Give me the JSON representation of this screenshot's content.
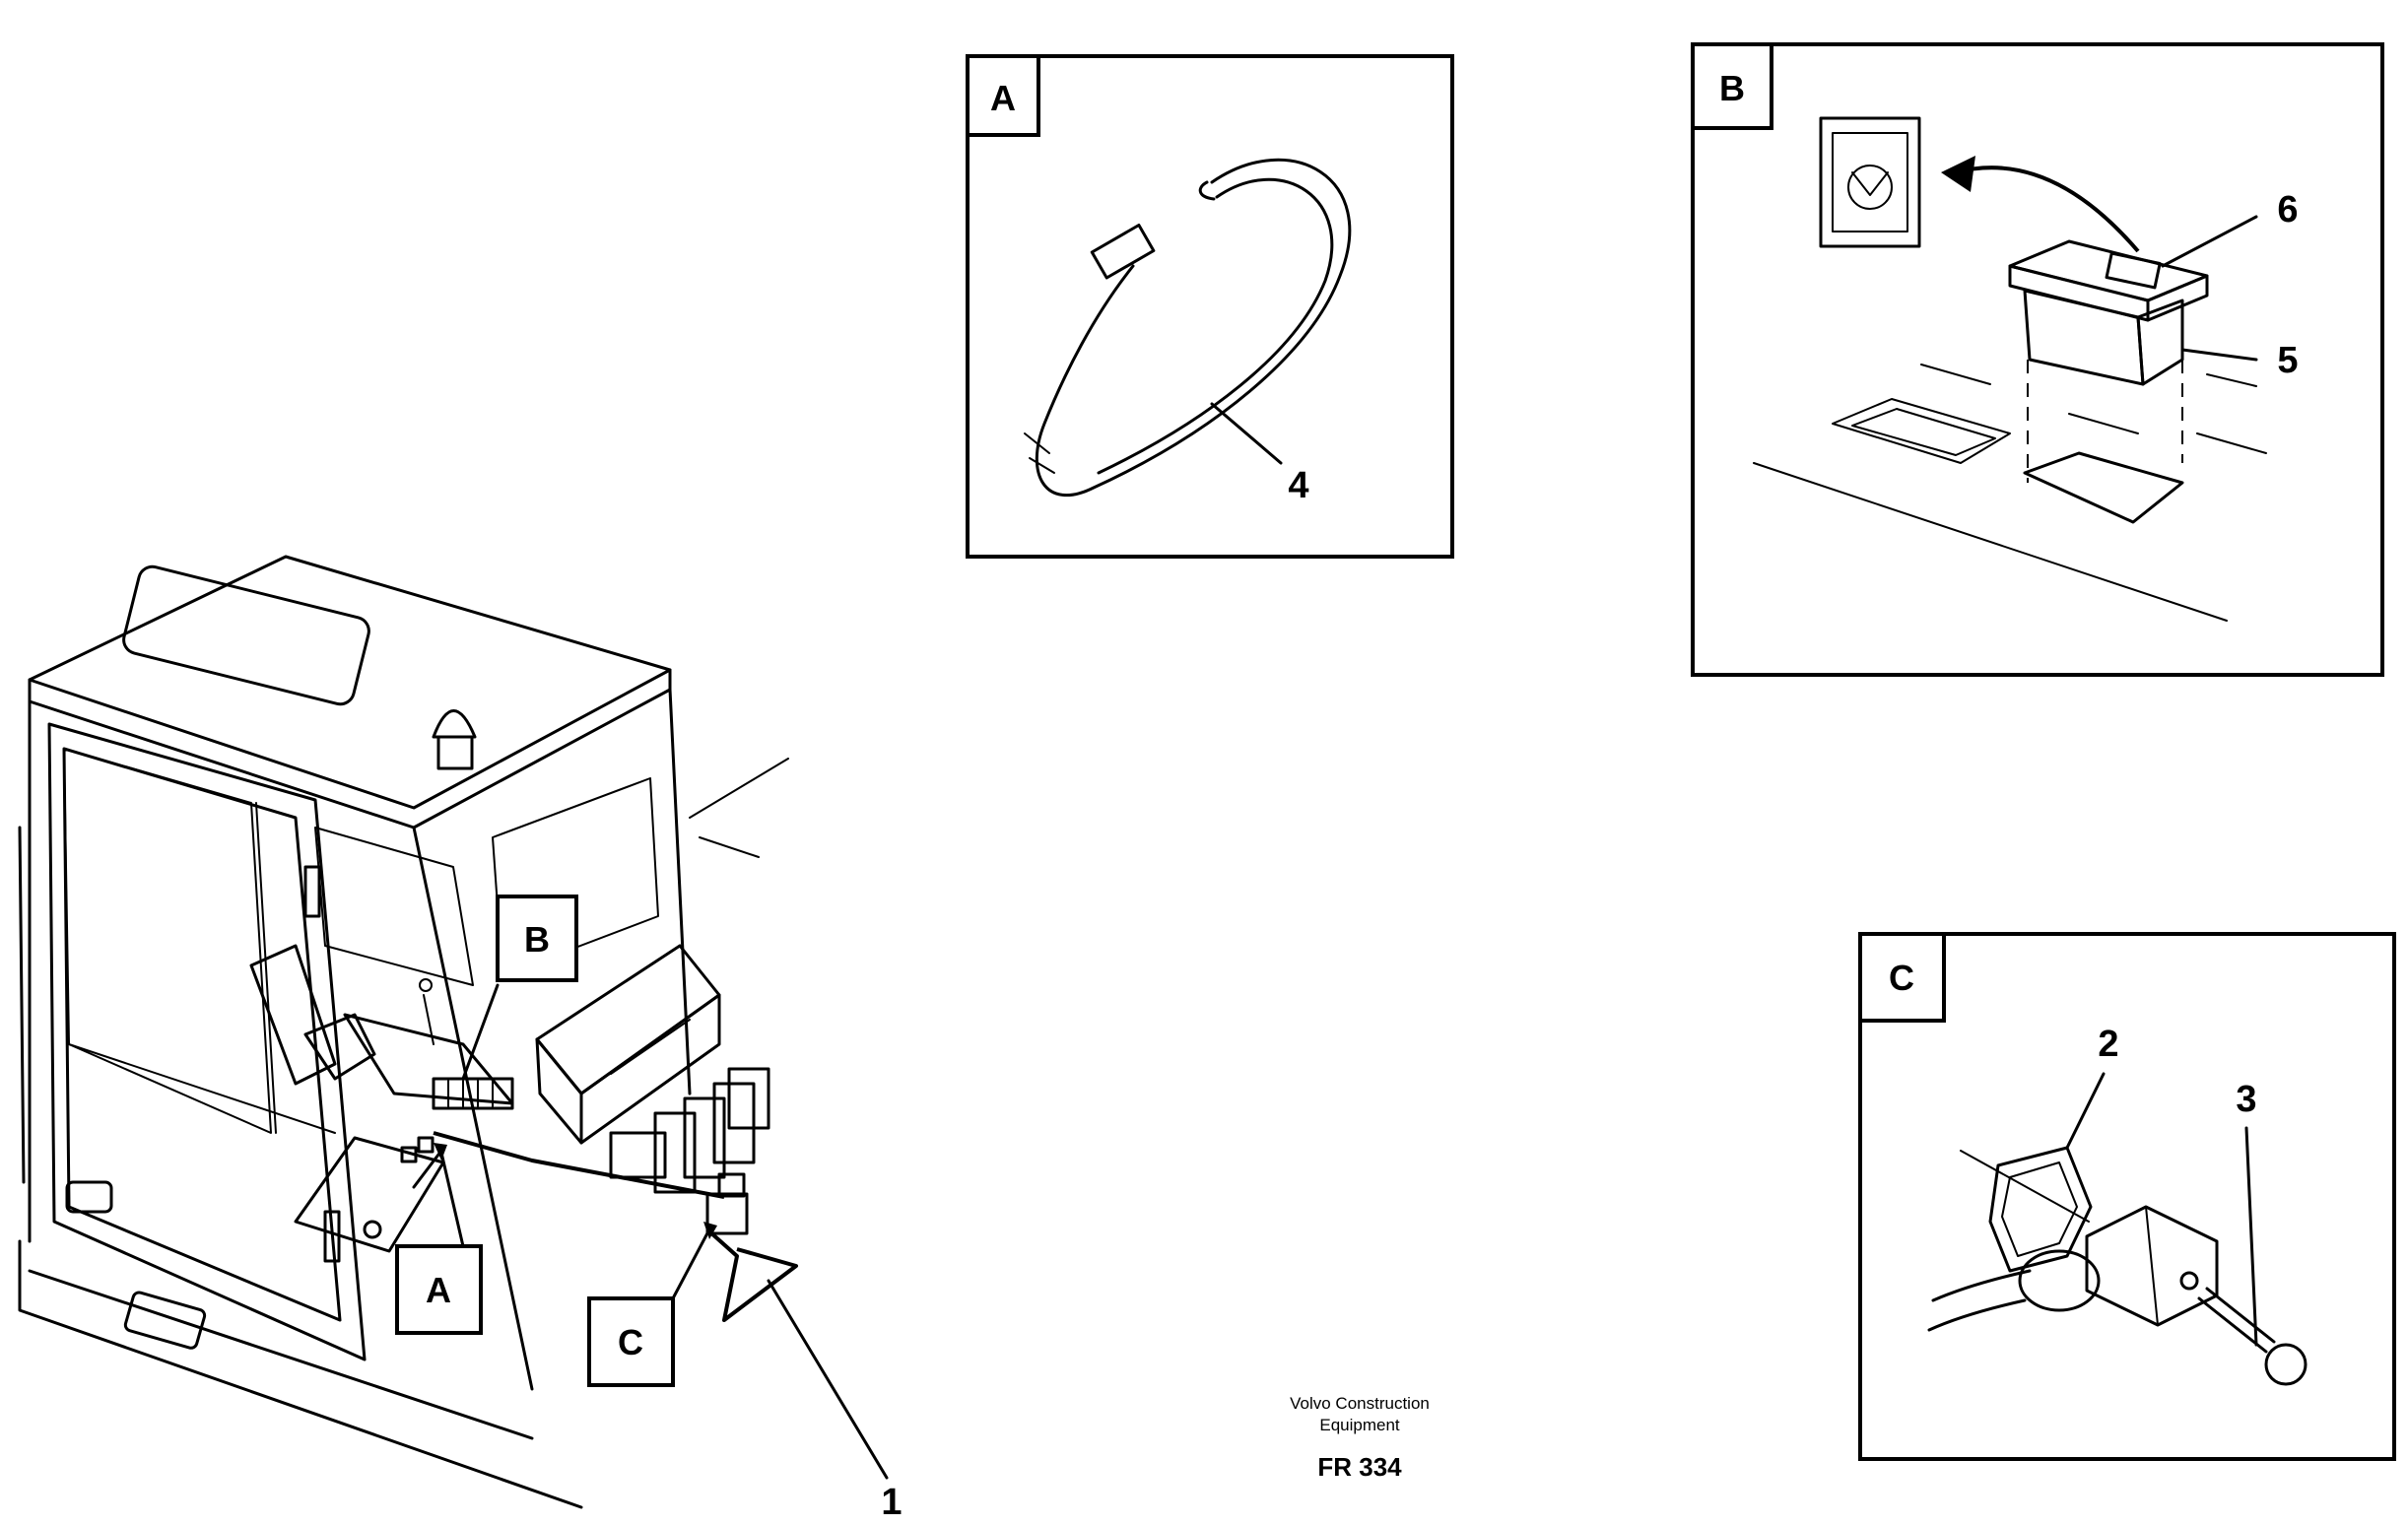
{
  "detail_labels": {
    "a": "A",
    "b": "B",
    "c": "C"
  },
  "main_labels": {
    "a": "A",
    "b": "B",
    "c": "C"
  },
  "callouts": {
    "n1": "1",
    "n2": "2",
    "n3": "3",
    "n4": "4",
    "n5": "5",
    "n6": "6"
  },
  "footer": {
    "company_line1": "Volvo Construction",
    "company_line2": "Equipment",
    "drawing_code": "FR 334"
  }
}
